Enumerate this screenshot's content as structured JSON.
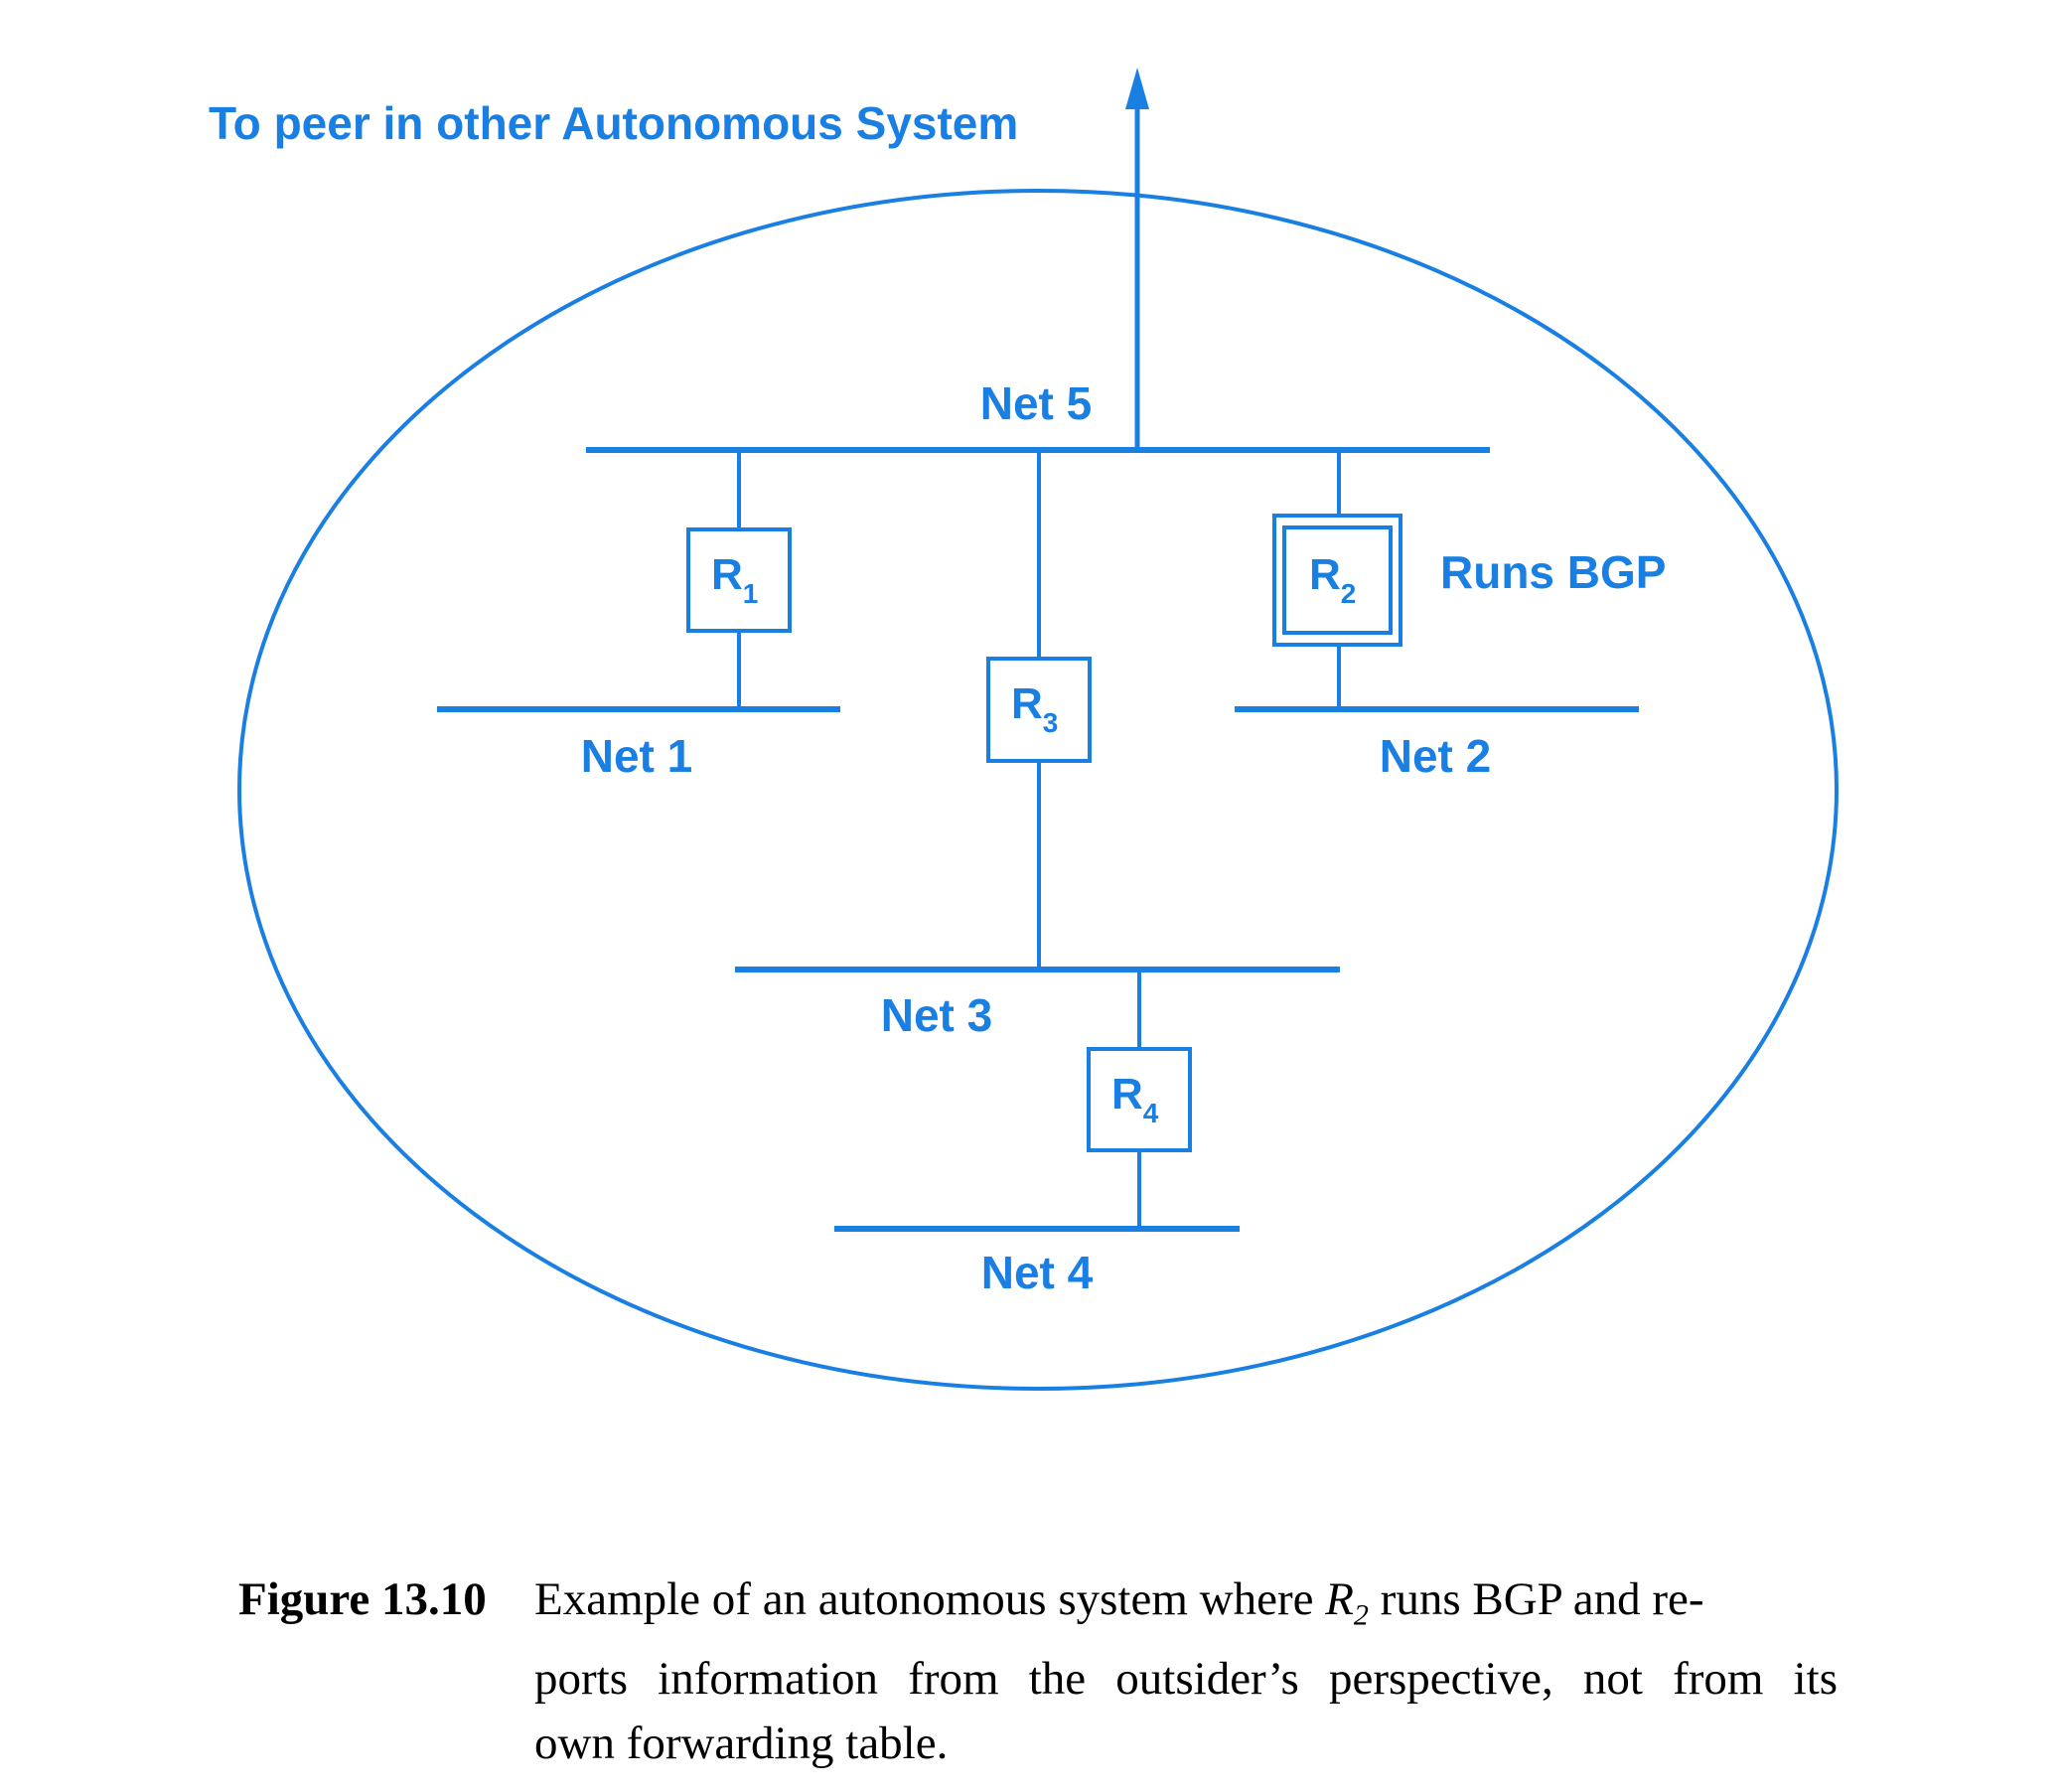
{
  "diagram": {
    "color": "#1a7fe3",
    "top_label": "To peer in other Autonomous System",
    "side_label": "Runs BGP",
    "networks": [
      {
        "id": "net5",
        "label": "Net 5"
      },
      {
        "id": "net1",
        "label": "Net 1"
      },
      {
        "id": "net2",
        "label": "Net 2"
      },
      {
        "id": "net3",
        "label": "Net 3"
      },
      {
        "id": "net4",
        "label": "Net 4"
      }
    ],
    "routers": [
      {
        "id": "r1",
        "letter": "R",
        "sub": "1"
      },
      {
        "id": "r2",
        "letter": "R",
        "sub": "2",
        "runs_bgp": true
      },
      {
        "id": "r3",
        "letter": "R",
        "sub": "3"
      },
      {
        "id": "r4",
        "letter": "R",
        "sub": "4"
      }
    ]
  },
  "caption": {
    "figure": "Figure 13.10",
    "line1_a": "Example of an autonomous system where ",
    "line1_r": "R",
    "line1_sub": "2",
    "line1_b": " runs BGP and re-",
    "line2": "ports information from the outsider’s perspective, not from its",
    "line3": "own forwarding table."
  }
}
